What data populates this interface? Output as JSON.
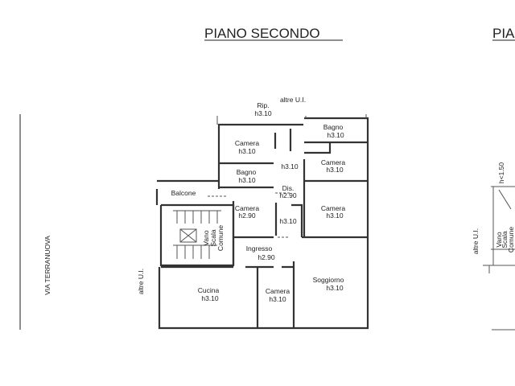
{
  "title": "PIANO SECONDO",
  "title_partial": "PIA",
  "street": "VIA TERRANUOVA",
  "neighbors": {
    "top": "altre U.I.",
    "left": "altre U.I.",
    "right_plan": "altre U.I."
  },
  "rooms": [
    {
      "name": "Rip.",
      "height": "h3.10"
    },
    {
      "name": "Camera",
      "height": "h3.10"
    },
    {
      "name": "Bagno",
      "height": "h3.10"
    },
    {
      "name": "Bagno",
      "height": "h3.10"
    },
    {
      "name": "Camera",
      "height": "h3.10"
    },
    {
      "name": "",
      "height": "h3.10"
    },
    {
      "name": "Dis.",
      "height": "h2.90"
    },
    {
      "name": "Balcone",
      "height": ""
    },
    {
      "name": "Camera",
      "height": "h2.90"
    },
    {
      "name": "",
      "height": "h3.10"
    },
    {
      "name": "Camera",
      "height": "h3.10"
    },
    {
      "name": "Ingresso",
      "height": "h2.90"
    },
    {
      "name": "Cucina",
      "height": "h3.10"
    },
    {
      "name": "Camera",
      "height": "h3.10"
    },
    {
      "name": "Soggiorno",
      "height": "h3.10"
    }
  ],
  "stair": {
    "l1": "Vano",
    "l2": "Scala",
    "l3": "Comune"
  },
  "right_plan": {
    "l1": "Vano",
    "l2": "Scala",
    "l3": "Comune",
    "height": "h<1.50"
  }
}
